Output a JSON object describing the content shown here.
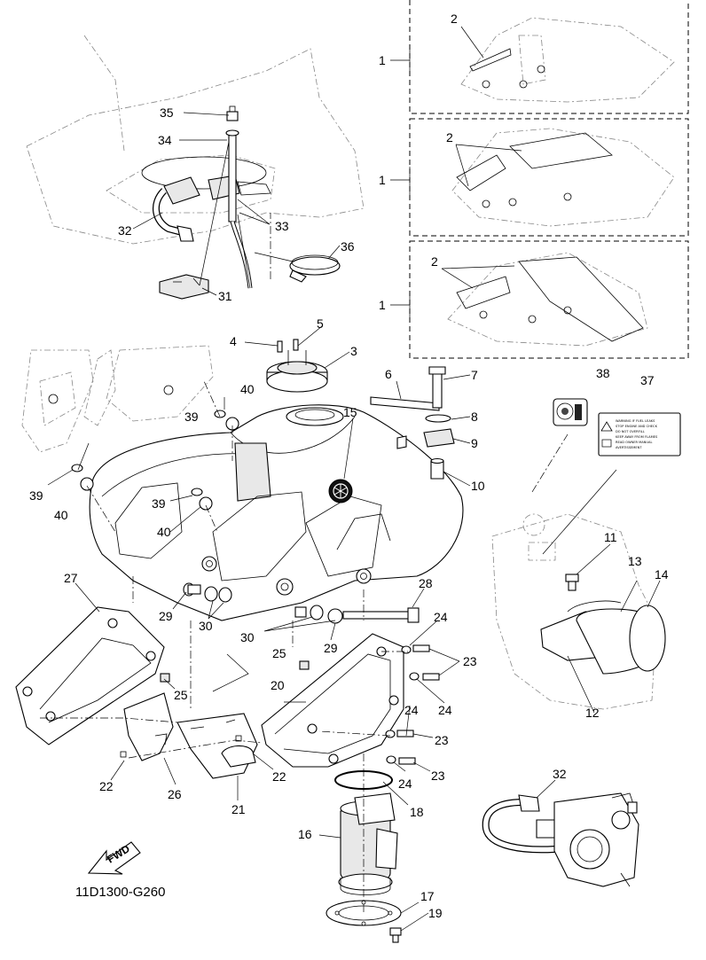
{
  "diagram": {
    "code": "11D1300-G260",
    "fwd_label": "FWD",
    "labels": {
      "p1a": "1",
      "p1b": "1",
      "p1c": "1",
      "p2a": "2",
      "p2b": "2",
      "p2c": "2",
      "p3": "3",
      "p4": "4",
      "p5": "5",
      "p6": "6",
      "p7": "7",
      "p8": "8",
      "p9": "9",
      "p10": "10",
      "p11": "11",
      "p12": "12",
      "p13": "13",
      "p14": "14",
      "p15": "15",
      "p16": "16",
      "p17": "17",
      "p18": "18",
      "p19": "19",
      "p20": "20",
      "p21": "21",
      "p22a": "22",
      "p22b": "22",
      "p23a": "23",
      "p23b": "23",
      "p23c": "23",
      "p24a": "24",
      "p24b": "24",
      "p24c": "24",
      "p24d": "24",
      "p25a": "25",
      "p25b": "25",
      "p26": "26",
      "p27": "27",
      "p28": "28",
      "p29a": "29",
      "p29b": "29",
      "p30a": "30",
      "p30b": "30",
      "p31": "31",
      "p32a": "32",
      "p32b": "32",
      "p33": "33",
      "p34": "34",
      "p35": "35",
      "p36": "36",
      "p37": "37",
      "p38": "38",
      "p39a": "39",
      "p39b": "39",
      "p40a": "40",
      "p40b": "40",
      "p40c": "40"
    }
  }
}
